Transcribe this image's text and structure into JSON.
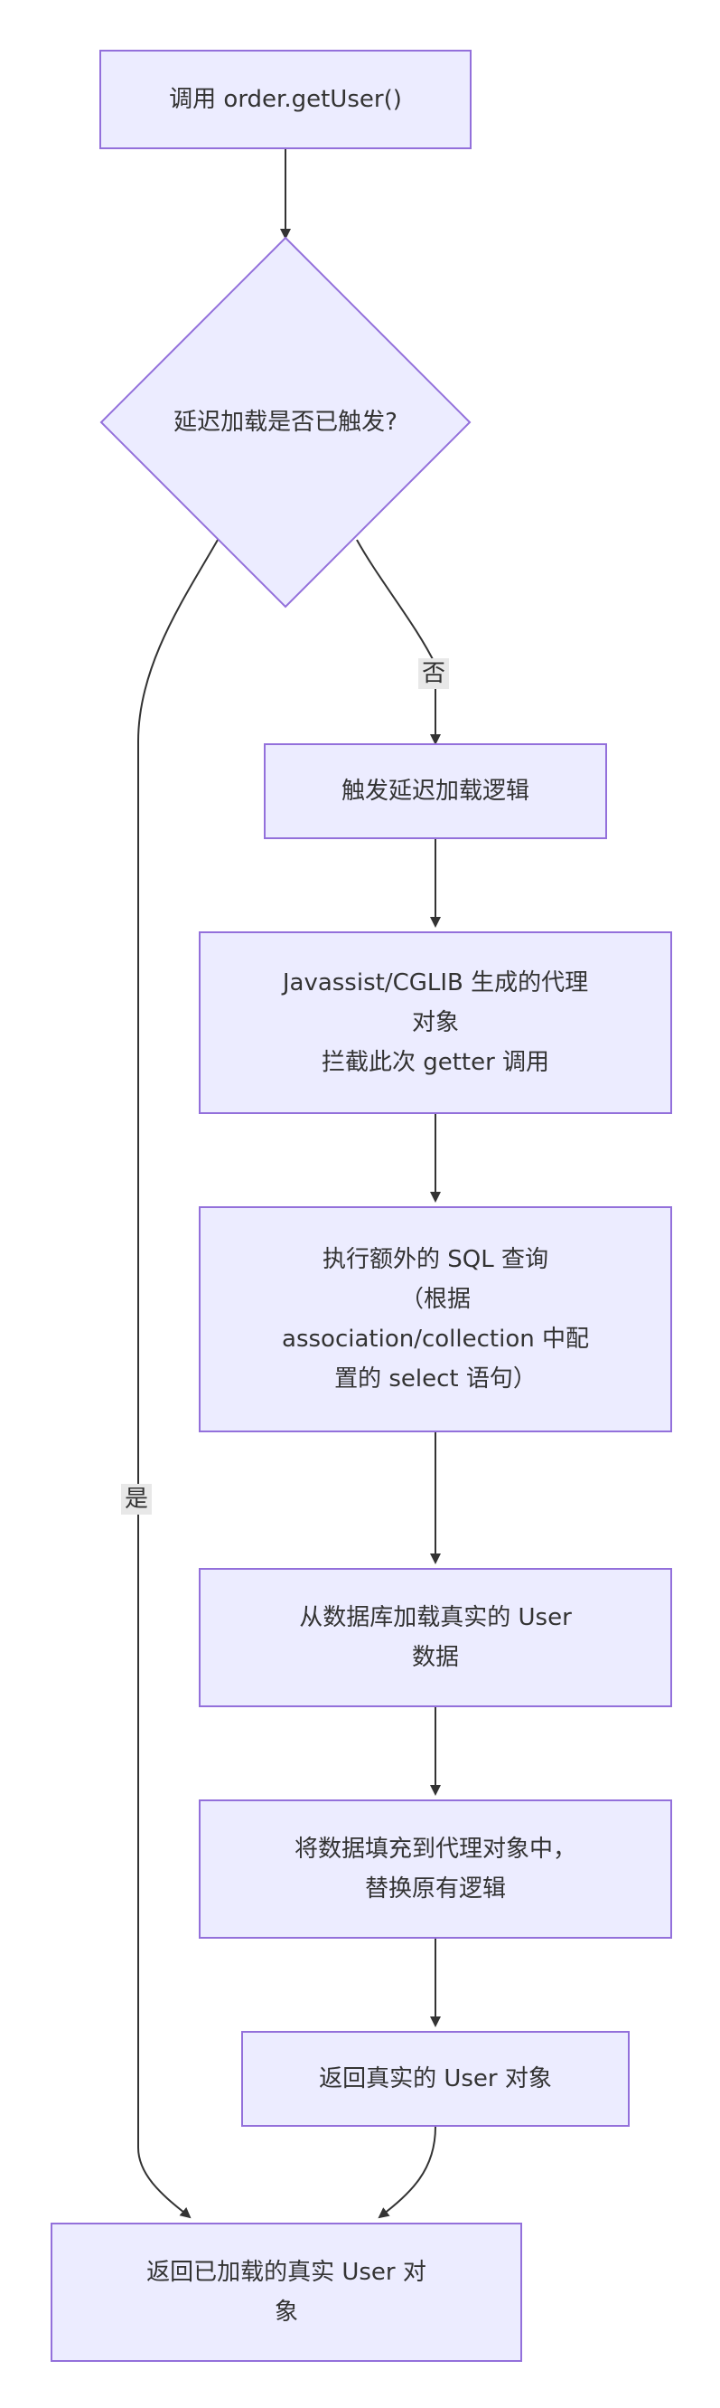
{
  "diagram": {
    "nodes": {
      "call": "调用 order.getUser()",
      "decision": "延迟加载是否已触发?",
      "trigger": "触发延迟加载逻辑",
      "proxy": [
        "Javassist/CGLIB 生成的代理",
        "对象",
        "拦截此次 getter 调用"
      ],
      "sql": [
        "执行额外的 SQL 查询",
        "（根据",
        "association/collection 中配",
        "置的 select 语句）"
      ],
      "load": [
        "从数据库加载真实的 User",
        "数据"
      ],
      "fill": [
        "将数据填充到代理对象中，",
        "替换原有逻辑"
      ],
      "return_real": "返回真实的 User 对象",
      "return_loaded": [
        "返回已加载的真实 User 对",
        "象"
      ]
    },
    "edge_labels": {
      "no": "否",
      "yes": "是"
    },
    "colors": {
      "node_fill": "#ECECFF",
      "node_border": "#9370DB",
      "edge": "#333333",
      "edge_label_bg": "#E8E8E8"
    }
  }
}
